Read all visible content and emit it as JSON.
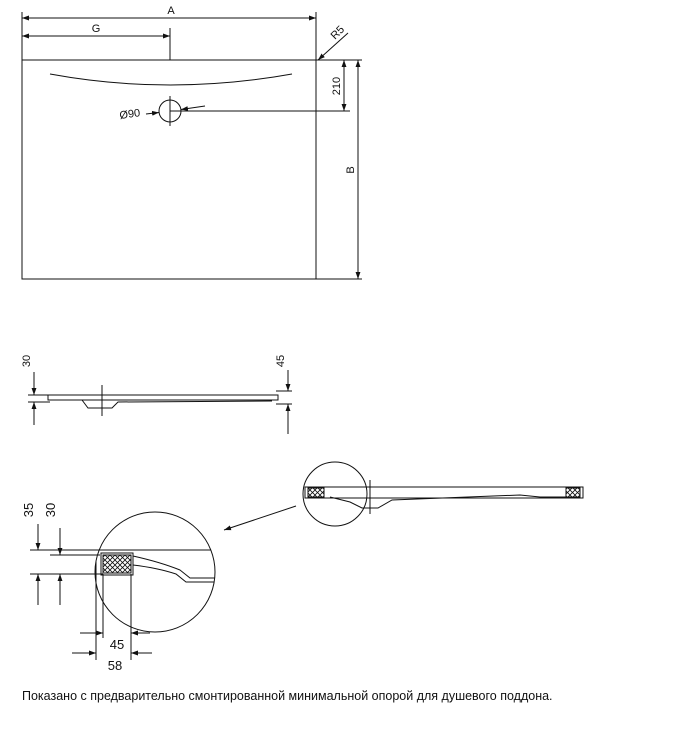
{
  "dimensions": {
    "width": "A",
    "drain_offset": "G",
    "corner_radius": "R5",
    "drain_from_edge": "210",
    "depth": "B",
    "drain_diameter": "Ø90",
    "tray_height": "30",
    "outer_height": "45",
    "detail_height_outer": "35",
    "detail_height_inner": "30",
    "support_width": "45",
    "support_offset": "58"
  },
  "caption": "Показано с предварительно смонтированной минимальной опорой для душевого поддона."
}
